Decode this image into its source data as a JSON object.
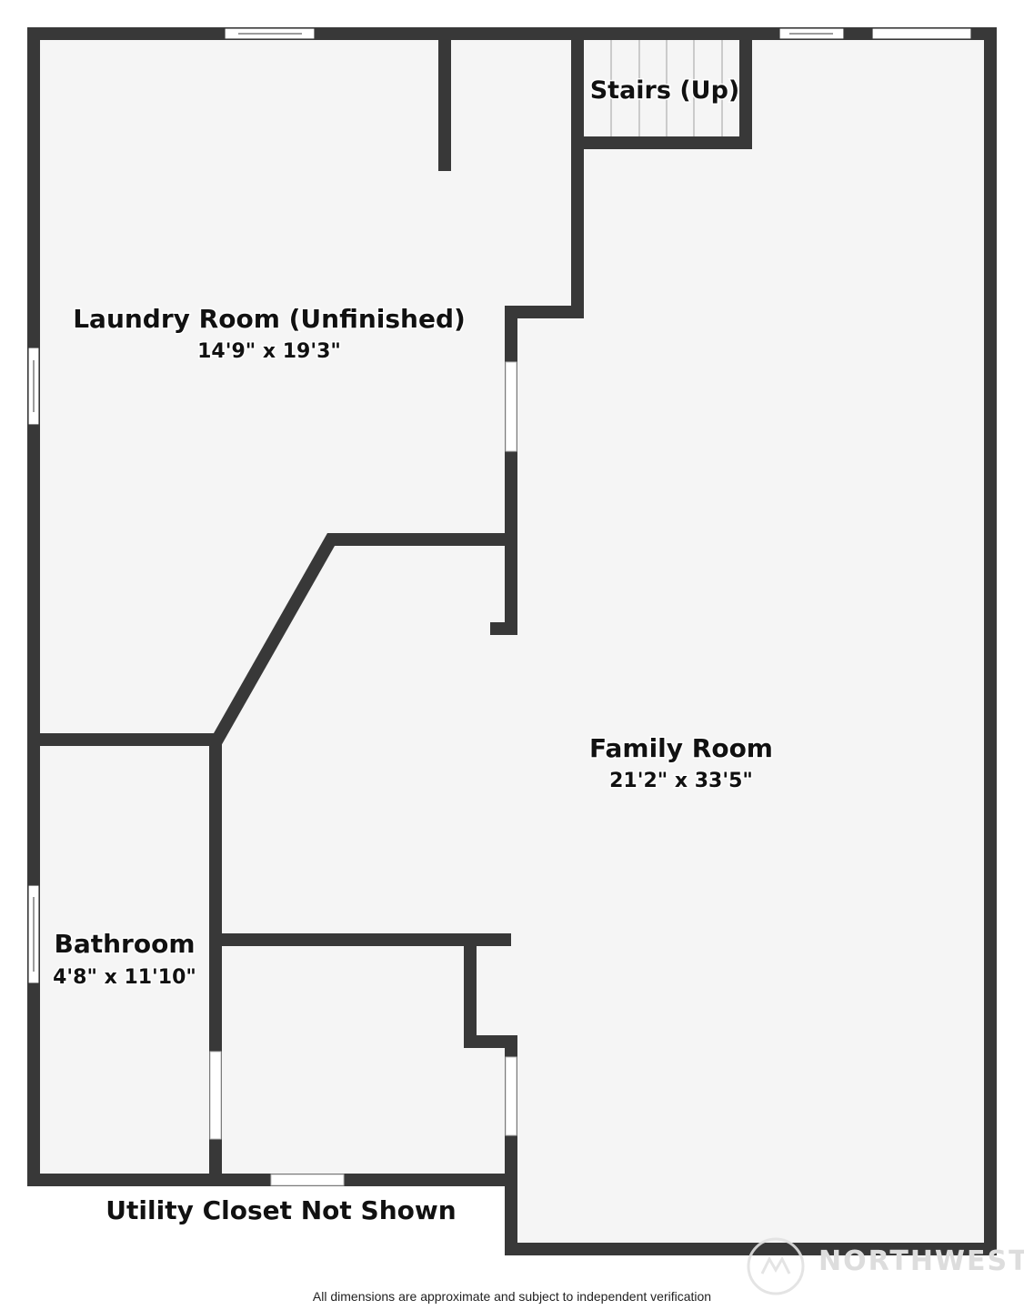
{
  "rooms": {
    "laundry": {
      "name": "Laundry Room (Unfinished)",
      "dims": "14'9\" x 19'3\""
    },
    "stairs": {
      "name": "Stairs (Up)"
    },
    "family": {
      "name": "Family Room",
      "dims": "21'2\" x 33'5\""
    },
    "bathroom": {
      "name": "Bathroom",
      "dims": "4'8\" x 11'10\""
    }
  },
  "notes": {
    "utility": "Utility Closet Not Shown"
  },
  "footer": {
    "disclaimer": "All dimensions are approximate and subject to independent verification"
  },
  "watermark": {
    "text": "NORTHWEST"
  },
  "colors": {
    "wall": "#383838",
    "floor": "#f5f5f5",
    "window": "#ffffff"
  }
}
